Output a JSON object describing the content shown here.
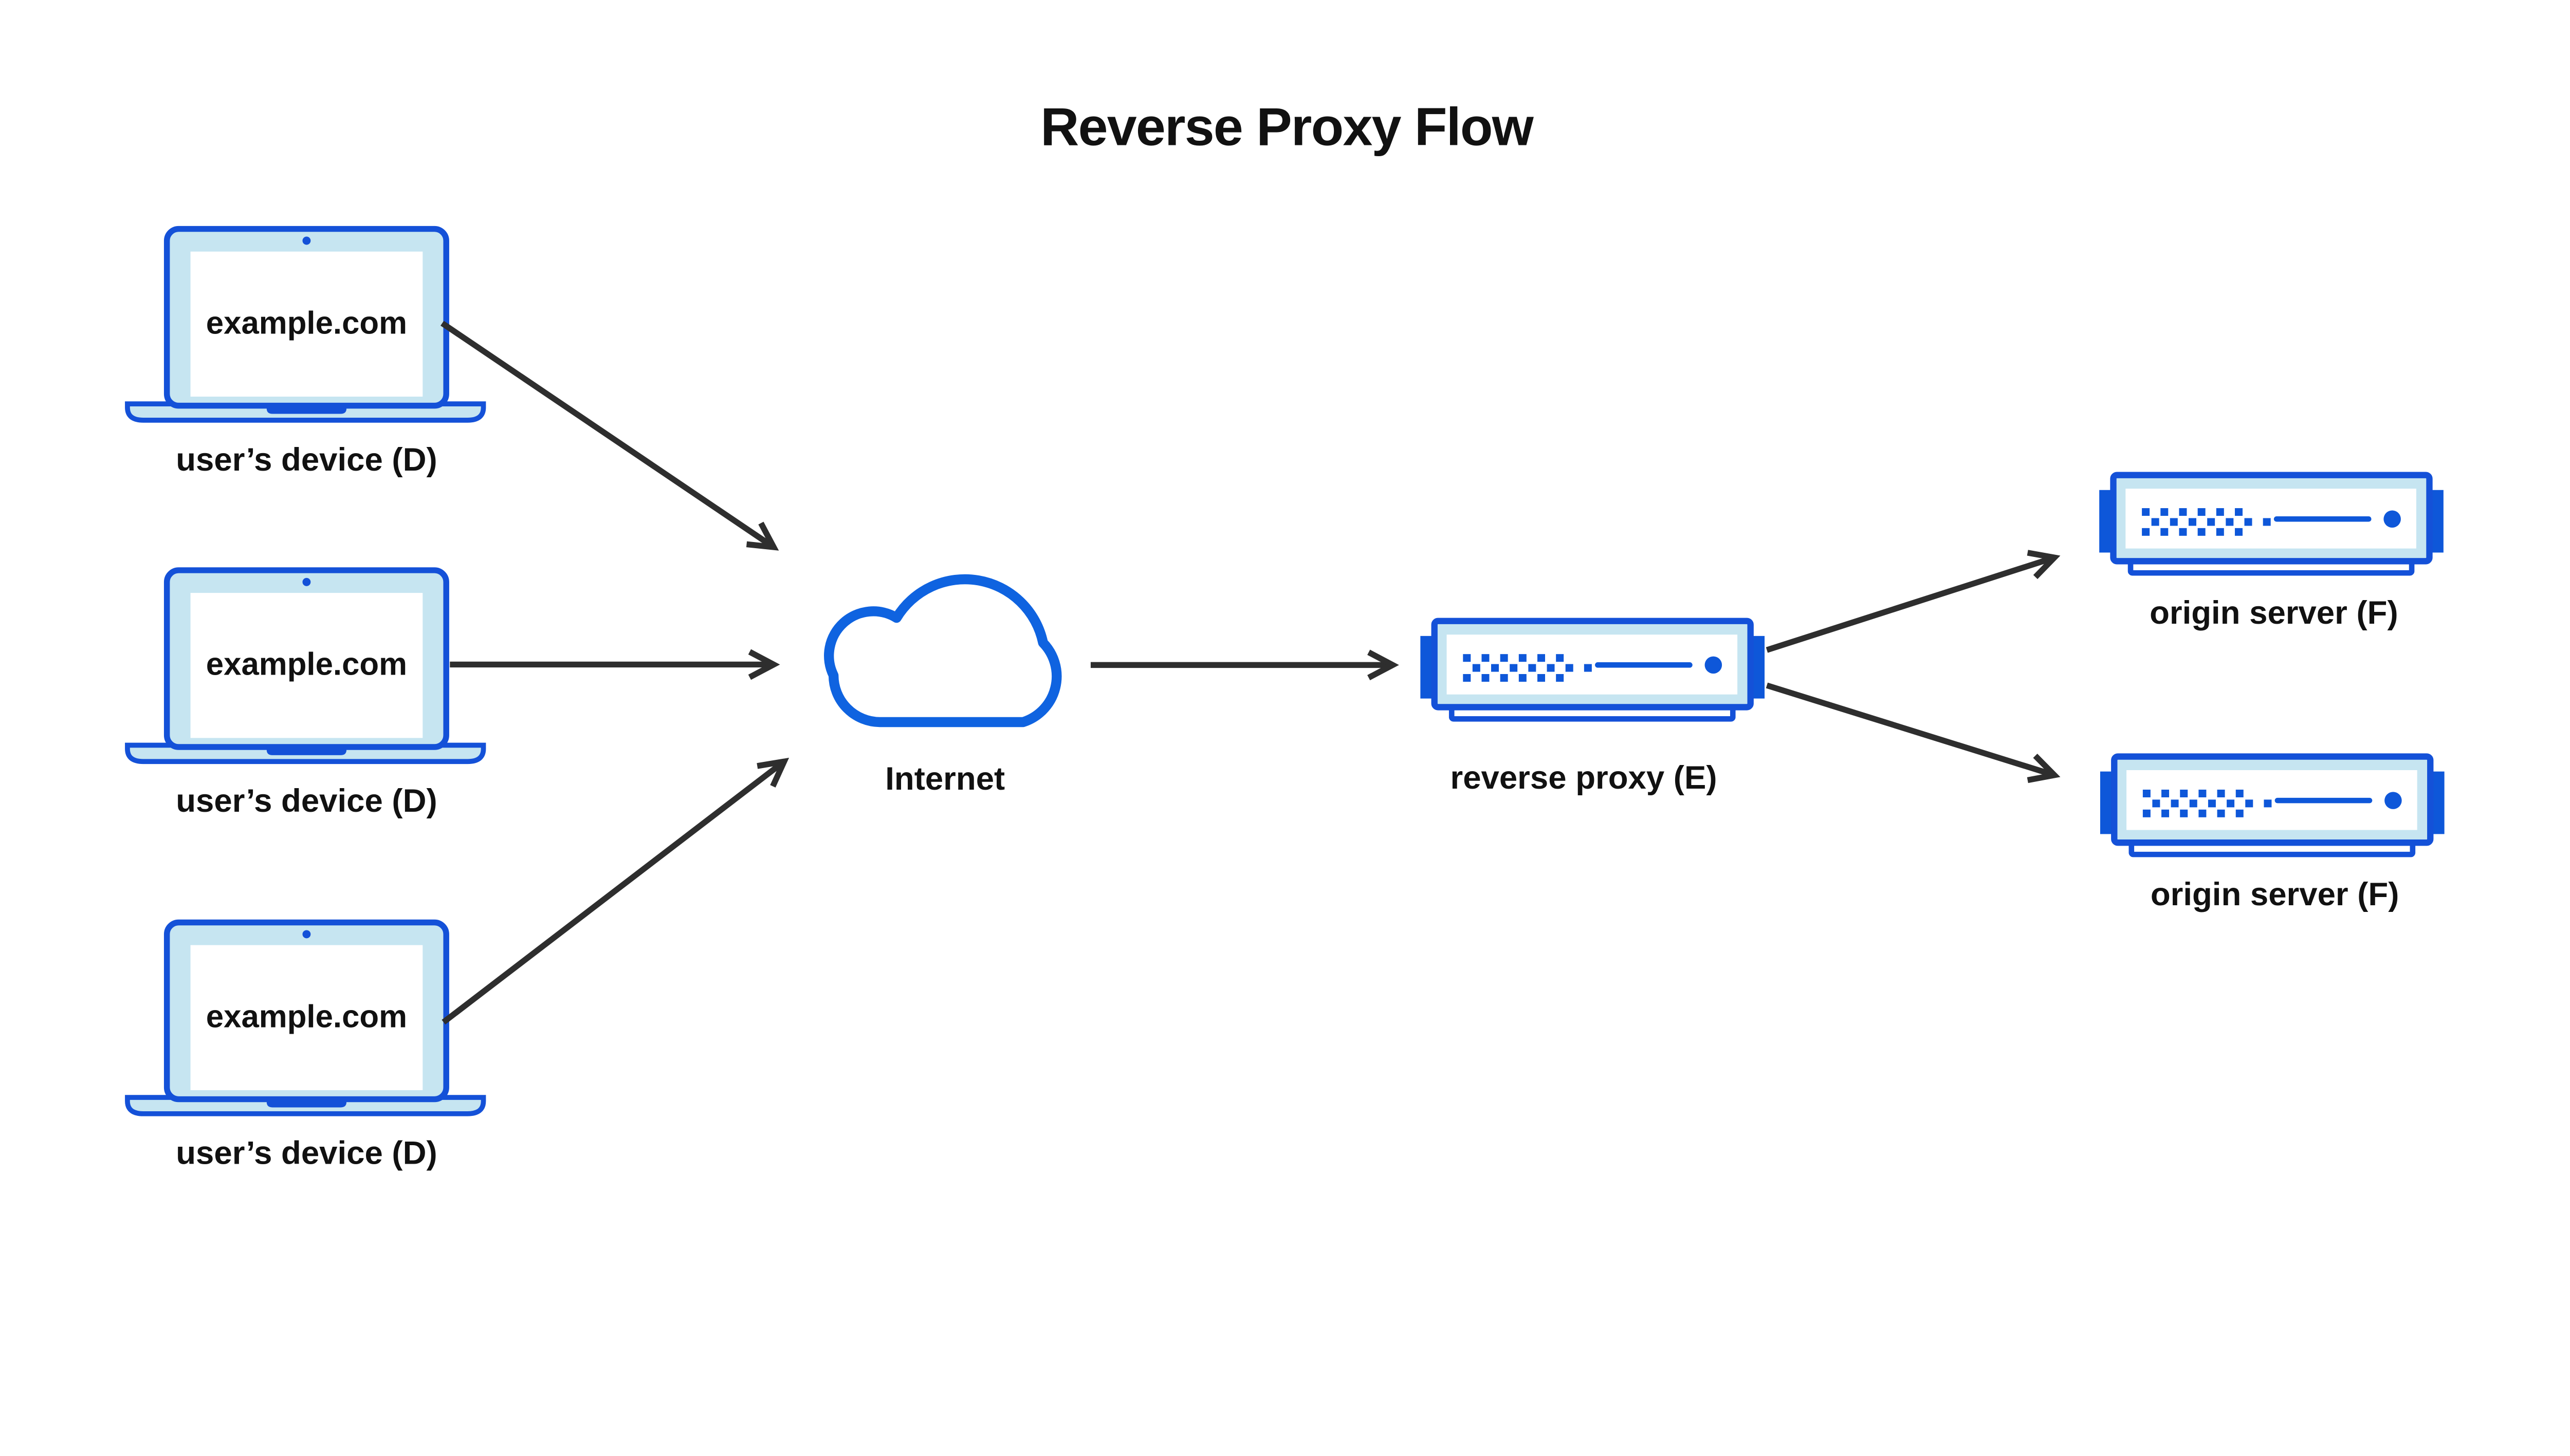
{
  "title": "Reverse Proxy Flow",
  "theme": {
    "color_blue": "#1451d8",
    "color_light_blue": "#c6e5f1",
    "color_cloud_blue": "#0f63e0",
    "color_vent_blue": "#0e57d9",
    "color_arrow": "#2e2e2e",
    "color_text": "#111111",
    "color_bg": "#ffffff"
  },
  "devices": [
    {
      "screen_label": "example.com",
      "caption": "user’s device (D)"
    },
    {
      "screen_label": "example.com",
      "caption": "user’s device (D)"
    },
    {
      "screen_label": "example.com",
      "caption": "user’s device (D)"
    }
  ],
  "internet": {
    "caption": "Internet"
  },
  "reverse_proxy": {
    "caption": "reverse proxy (E)"
  },
  "origin_servers": [
    {
      "caption": "origin server (F)"
    },
    {
      "caption": "origin server (F)"
    }
  ]
}
